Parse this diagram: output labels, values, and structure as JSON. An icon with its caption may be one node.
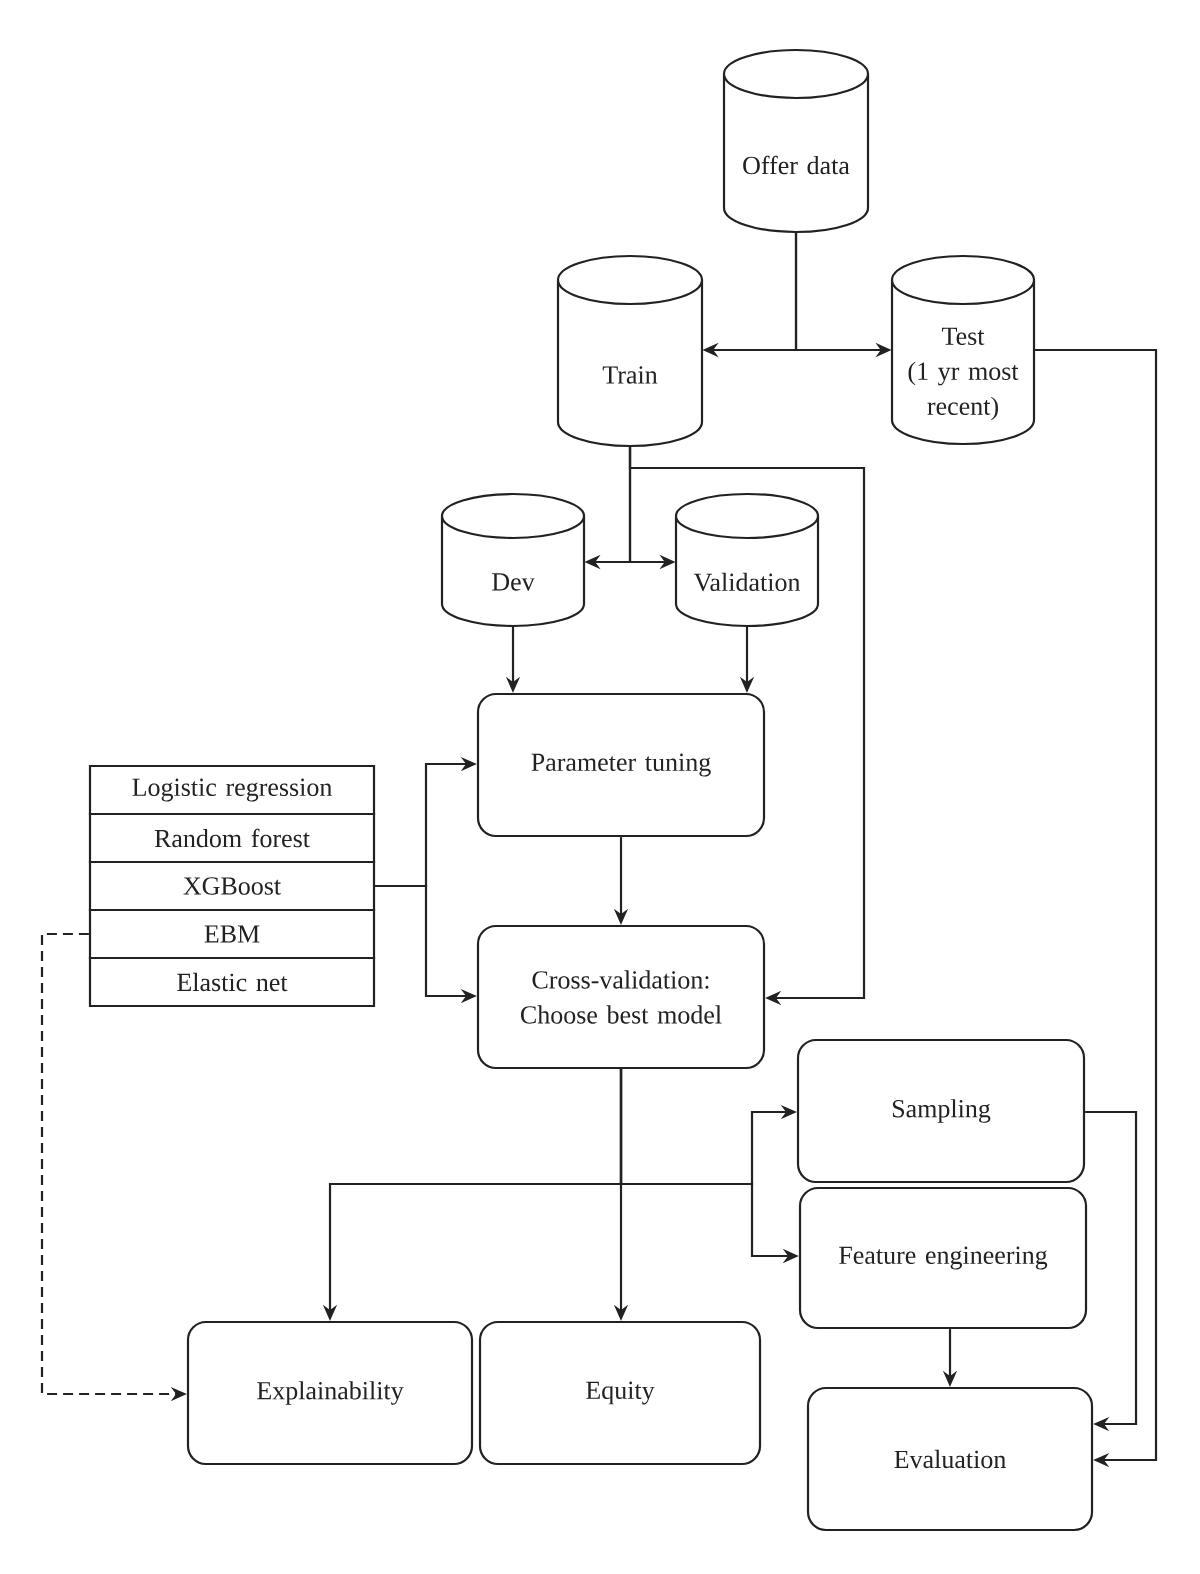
{
  "diagram": {
    "nodes": [
      {
        "text": [
          "Offer data"
        ]
      },
      {
        "text": [
          "Train"
        ]
      },
      {
        "text": [
          "Test",
          "(1 yr most recent)"
        ]
      },
      {
        "text": [
          "Dev"
        ]
      },
      {
        "text": [
          "Validation"
        ]
      },
      {
        "text": [
          "Logistic regression"
        ]
      },
      {
        "text": [
          "Random forest"
        ]
      },
      {
        "text": [
          "XGBoost"
        ]
      },
      {
        "text": [
          "EBM"
        ]
      },
      {
        "text": [
          "Elastic net"
        ]
      },
      {
        "text": [
          "Parameter tuning"
        ]
      },
      {
        "text": [
          "Cross-validation: Choose best model"
        ]
      },
      {
        "text": [
          "Sampling"
        ]
      },
      {
        "text": [
          "Feature engineering"
        ]
      },
      {
        "text": [
          "Explainability"
        ]
      },
      {
        "text": [
          "Equity"
        ]
      },
      {
        "text": [
          "Evaluation"
        ]
      }
    ],
    "edges": [
      {
        "from": 0,
        "to": 1,
        "arrow": "to"
      },
      {
        "from": 0,
        "to": 2,
        "arrow": "to"
      },
      {
        "from": 2,
        "to": 16,
        "arrow": "to"
      },
      {
        "from": 1,
        "to": 3,
        "arrow": "to"
      },
      {
        "from": 1,
        "to": 4,
        "arrow": "to"
      },
      {
        "from": 1,
        "to": 11,
        "arrow": "to"
      },
      {
        "from": 3,
        "to": 10,
        "arrow": "to"
      },
      {
        "from": 4,
        "to": 10,
        "arrow": "to"
      },
      {
        "from": 7,
        "to": 10,
        "arrow": "to"
      },
      {
        "from": 7,
        "to": 11,
        "arrow": "to"
      },
      {
        "from": 8,
        "to": 14,
        "arrow": "to",
        "style": "dashed"
      },
      {
        "from": 10,
        "to": 11,
        "arrow": "to"
      },
      {
        "from": 11,
        "to": 15,
        "arrow": "to"
      },
      {
        "from": 11,
        "to": 14,
        "arrow": "to"
      },
      {
        "from": 11,
        "to": 12,
        "arrow": "to"
      },
      {
        "from": 11,
        "to": 13,
        "arrow": "to"
      },
      {
        "from": 12,
        "to": 16,
        "arrow": "to"
      },
      {
        "from": 13,
        "to": 16,
        "arrow": "to"
      }
    ]
  }
}
